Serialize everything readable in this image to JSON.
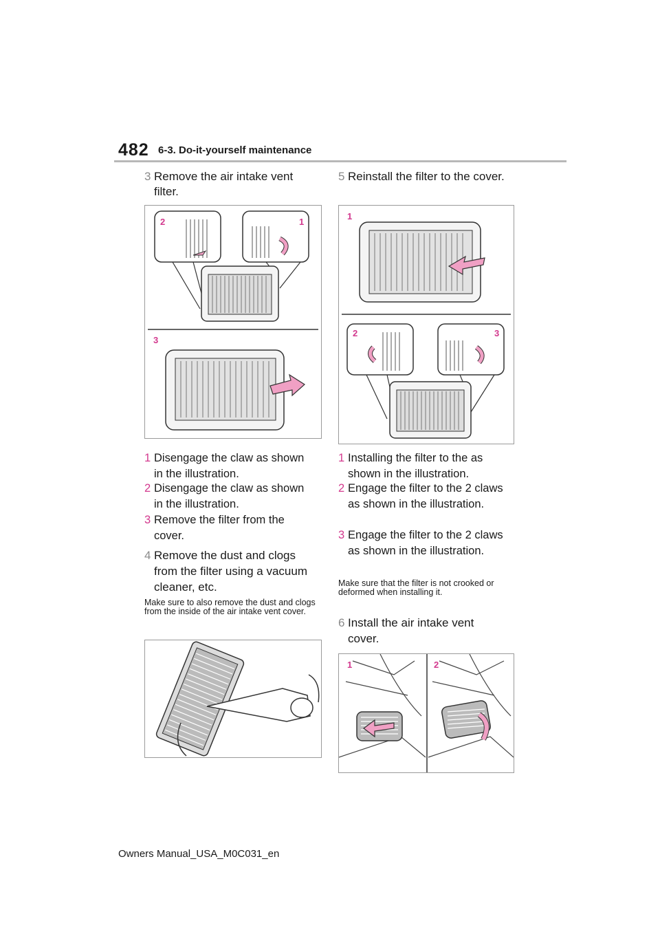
{
  "header": {
    "page_number": "482",
    "section": "6-3. Do-it-yourself maintenance"
  },
  "left": {
    "step": {
      "num": "3",
      "text": "Remove the air intake vent filter."
    },
    "callouts_top": [
      "2",
      "1"
    ],
    "callout_bottom": "3",
    "substeps": [
      {
        "num": "1",
        "text": "Disengage the claw as shown in the illustration."
      },
      {
        "num": "2",
        "text": "Disengage the claw as shown in the illustration."
      },
      {
        "num": "3",
        "text": "Remove the filter from the cover."
      }
    ],
    "step4": {
      "num": "4",
      "text": "Remove the dust and clogs from the filter using a vacuum cleaner, etc."
    },
    "note": "Make sure to also remove the dust and clogs from the inside of the air intake vent cover."
  },
  "right": {
    "step": {
      "num": "5",
      "text": "Reinstall the filter to the cover."
    },
    "callout_top": "1",
    "callouts_bottom": [
      "2",
      "3"
    ],
    "substeps": [
      {
        "num": "1",
        "text": "Installing the filter to the as shown in the illustration."
      },
      {
        "num": "2",
        "text": "Engage the filter to the 2 claws as shown in the illustration."
      },
      {
        "num": "3",
        "text": "Engage the filter to the 2 claws as shown in the illustration."
      }
    ],
    "note": "Make sure that the filter is not crooked or deformed when installing it.",
    "step6": {
      "num": "6",
      "text": "Install the air intake vent cover."
    },
    "callouts_install": [
      "1",
      "2"
    ]
  },
  "footer": {
    "text": "Owners Manual_USA_M0C031_en"
  },
  "colors": {
    "accent": "#d3398e",
    "arrow": "#f0a0c4",
    "rule": "#b8b8b8"
  }
}
